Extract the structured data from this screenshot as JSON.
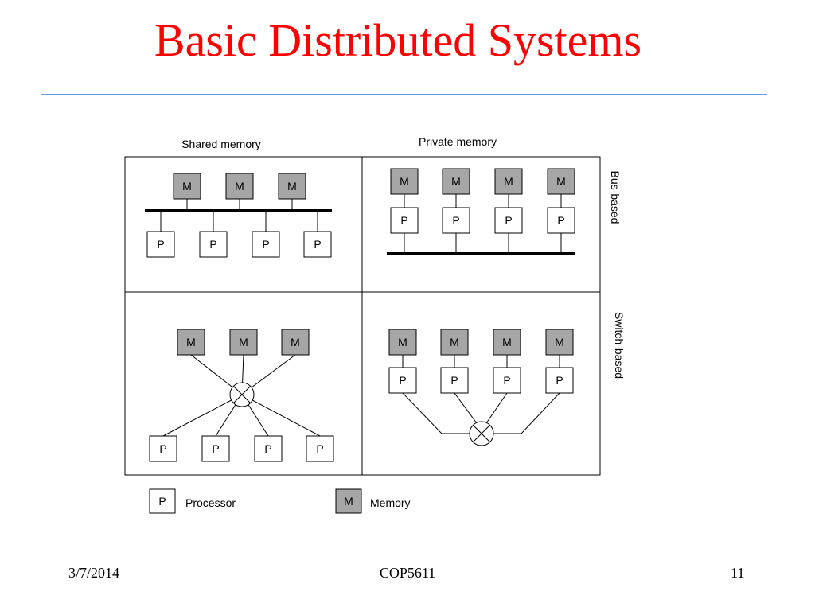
{
  "slide": {
    "title": "Basic Distributed Systems",
    "footer": {
      "date": "3/7/2014",
      "course": "COP5611",
      "page": "11"
    }
  },
  "diagram": {
    "column_labels": {
      "shared": "Shared memory",
      "private": "Private memory"
    },
    "row_labels": {
      "bus": "Bus-based",
      "switch": "Switch-based"
    },
    "node_labels": {
      "memory": "M",
      "processor": "P"
    },
    "legend": {
      "processor_glyph": "P",
      "processor_label": "Processor",
      "memory_glyph": "M",
      "memory_label": "Memory"
    },
    "colors": {
      "memory_fill": "#a6a6a6",
      "processor_fill": "#ffffff",
      "title": "#ff0000",
      "rule": "#6699ee"
    }
  }
}
